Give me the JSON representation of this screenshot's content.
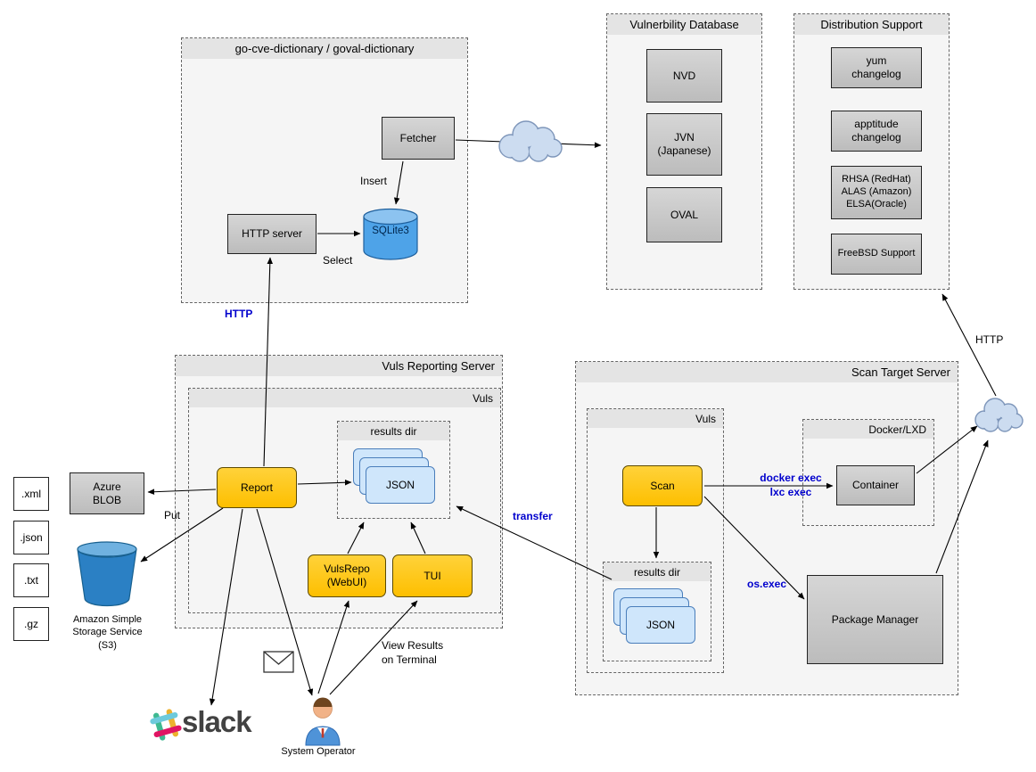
{
  "frames": {
    "cve": {
      "title": "go-cve-dictionary / goval-dictionary"
    },
    "vulndb": {
      "title": "Vulnerbility Database"
    },
    "dist": {
      "title": "Distribution Support"
    },
    "reporting": {
      "title": "Vuls Reporting Server"
    },
    "reporting_vuls": {
      "title": "Vuls"
    },
    "reporting_results": {
      "title": "results dir"
    },
    "scan_target": {
      "title": "Scan Target Server"
    },
    "scan_vuls": {
      "title": "Vuls"
    },
    "scan_results": {
      "title": "results dir"
    },
    "docker": {
      "title": "Docker/LXD"
    }
  },
  "nodes": {
    "fetcher": {
      "label": "Fetcher"
    },
    "http_server": {
      "label": "HTTP server"
    },
    "sqlite": {
      "label": "SQLite3"
    },
    "nvd": {
      "label": "NVD"
    },
    "jvn": {
      "label": "JVN\n(Japanese)"
    },
    "oval": {
      "label": "OVAL"
    },
    "yum": {
      "label": "yum\nchangelog"
    },
    "apptitude": {
      "label": "apptitude\nchangelog"
    },
    "rhsa": {
      "label": "RHSA (RedHat)\nALAS (Amazon)\nELSA(Oracle)"
    },
    "freebsd": {
      "label": "FreeBSD Support"
    },
    "azure": {
      "label": "Azure\nBLOB"
    },
    "report": {
      "label": "Report"
    },
    "vulsrepo": {
      "label": "VulsRepo\n(WebUI)"
    },
    "tui": {
      "label": "TUI"
    },
    "scan": {
      "label": "Scan"
    },
    "container": {
      "label": "Container"
    },
    "package_manager": {
      "label": "Package Manager"
    },
    "json_card_reporting": {
      "label": "JSON"
    },
    "json_card_scan": {
      "label": "JSON"
    }
  },
  "files": {
    "xml": ".xml",
    "json": ".json",
    "txt": ".txt",
    "gz": ".gz"
  },
  "labels": {
    "insert": "Insert",
    "select": "Select",
    "http_dict": "HTTP",
    "put": "Put",
    "transfer": "transfer",
    "docker_exec": "docker exec\nlxc exec",
    "os_exec": "os.exec",
    "http_dist": "HTTP",
    "view_results": "View Results\non Terminal",
    "system_operator": "System Operator",
    "s3": "Amazon Simple\nStorage Service\n(S3)",
    "slack": "slack"
  },
  "colors": {
    "blue_label": "#0000cd",
    "node_gray": "#c9c9c9",
    "node_yellow": "#fdbf00",
    "json_card_blue": "#cfe6fb",
    "sqlite_blue": "#4ea3e8",
    "s3_bucket_blue": "#2b80c4",
    "cloud_fill": "#ccdcf0"
  }
}
